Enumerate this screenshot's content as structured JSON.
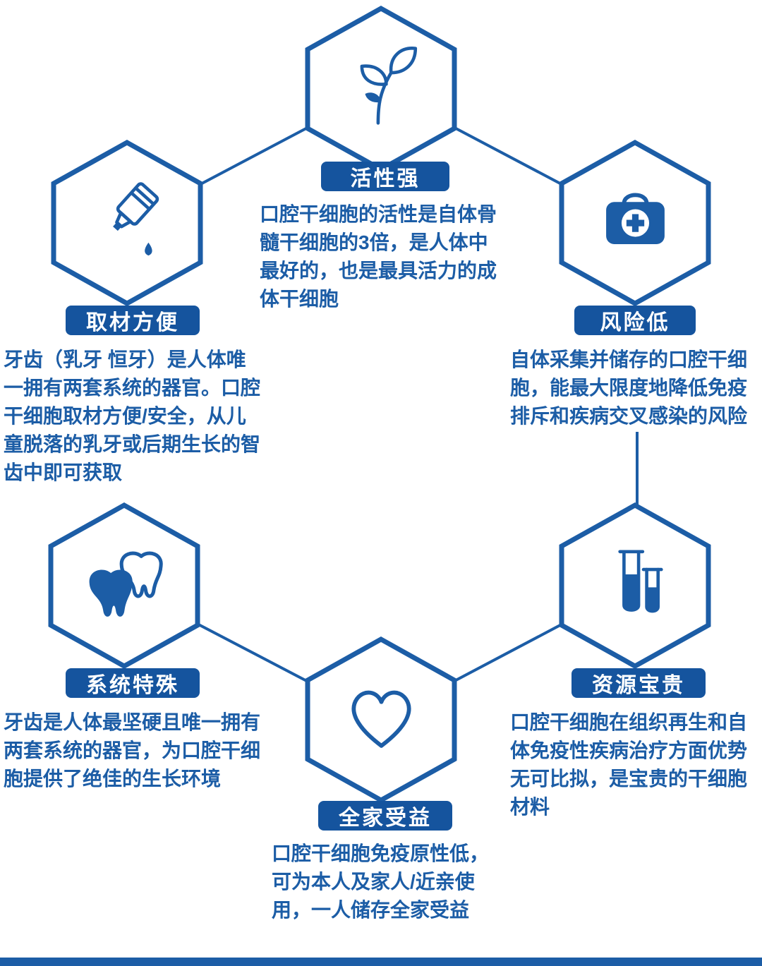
{
  "theme": {
    "primary": "#1c5da6",
    "badge_bg": "#15549e",
    "background": "#ffffff"
  },
  "features": [
    {
      "id": "activity",
      "icon": "sprout-icon",
      "label": "活性强",
      "description": "口腔干细胞的活性是自体骨髓干细胞的3倍，是人体中最好的，也是最具活力的成体干细胞"
    },
    {
      "id": "convenient-sourcing",
      "icon": "extraction-tube-icon",
      "label": "取材方便",
      "description": "牙齿（乳牙 恒牙）是人体唯一拥有两套系统的器官。口腔干细胞取材方便/安全，从儿童脱落的乳牙或后期生长的智齿中即可获取"
    },
    {
      "id": "low-risk",
      "icon": "first-aid-kit-icon",
      "label": "风险低",
      "description": "自体采集并储存的口腔干细胞，能最大限度地降低免疫排斥和疾病交叉感染的风险"
    },
    {
      "id": "special-system",
      "icon": "teeth-icon",
      "label": "系统特殊",
      "description": "牙齿是人体最坚硬且唯一拥有两套系统的器官，为口腔干细胞提供了绝佳的生长环境"
    },
    {
      "id": "family-benefit",
      "icon": "heart-icon",
      "label": "全家受益",
      "description": "口腔干细胞免疫原性低，可为本人及家人/近亲使用，一人储存全家受益"
    },
    {
      "id": "precious-resource",
      "icon": "test-tubes-icon",
      "label": "资源宝贵",
      "description": "口腔干细胞在组织再生和自体免疫性疾病治疗方面优势无可比拟，是宝贵的干细胞材料"
    }
  ]
}
